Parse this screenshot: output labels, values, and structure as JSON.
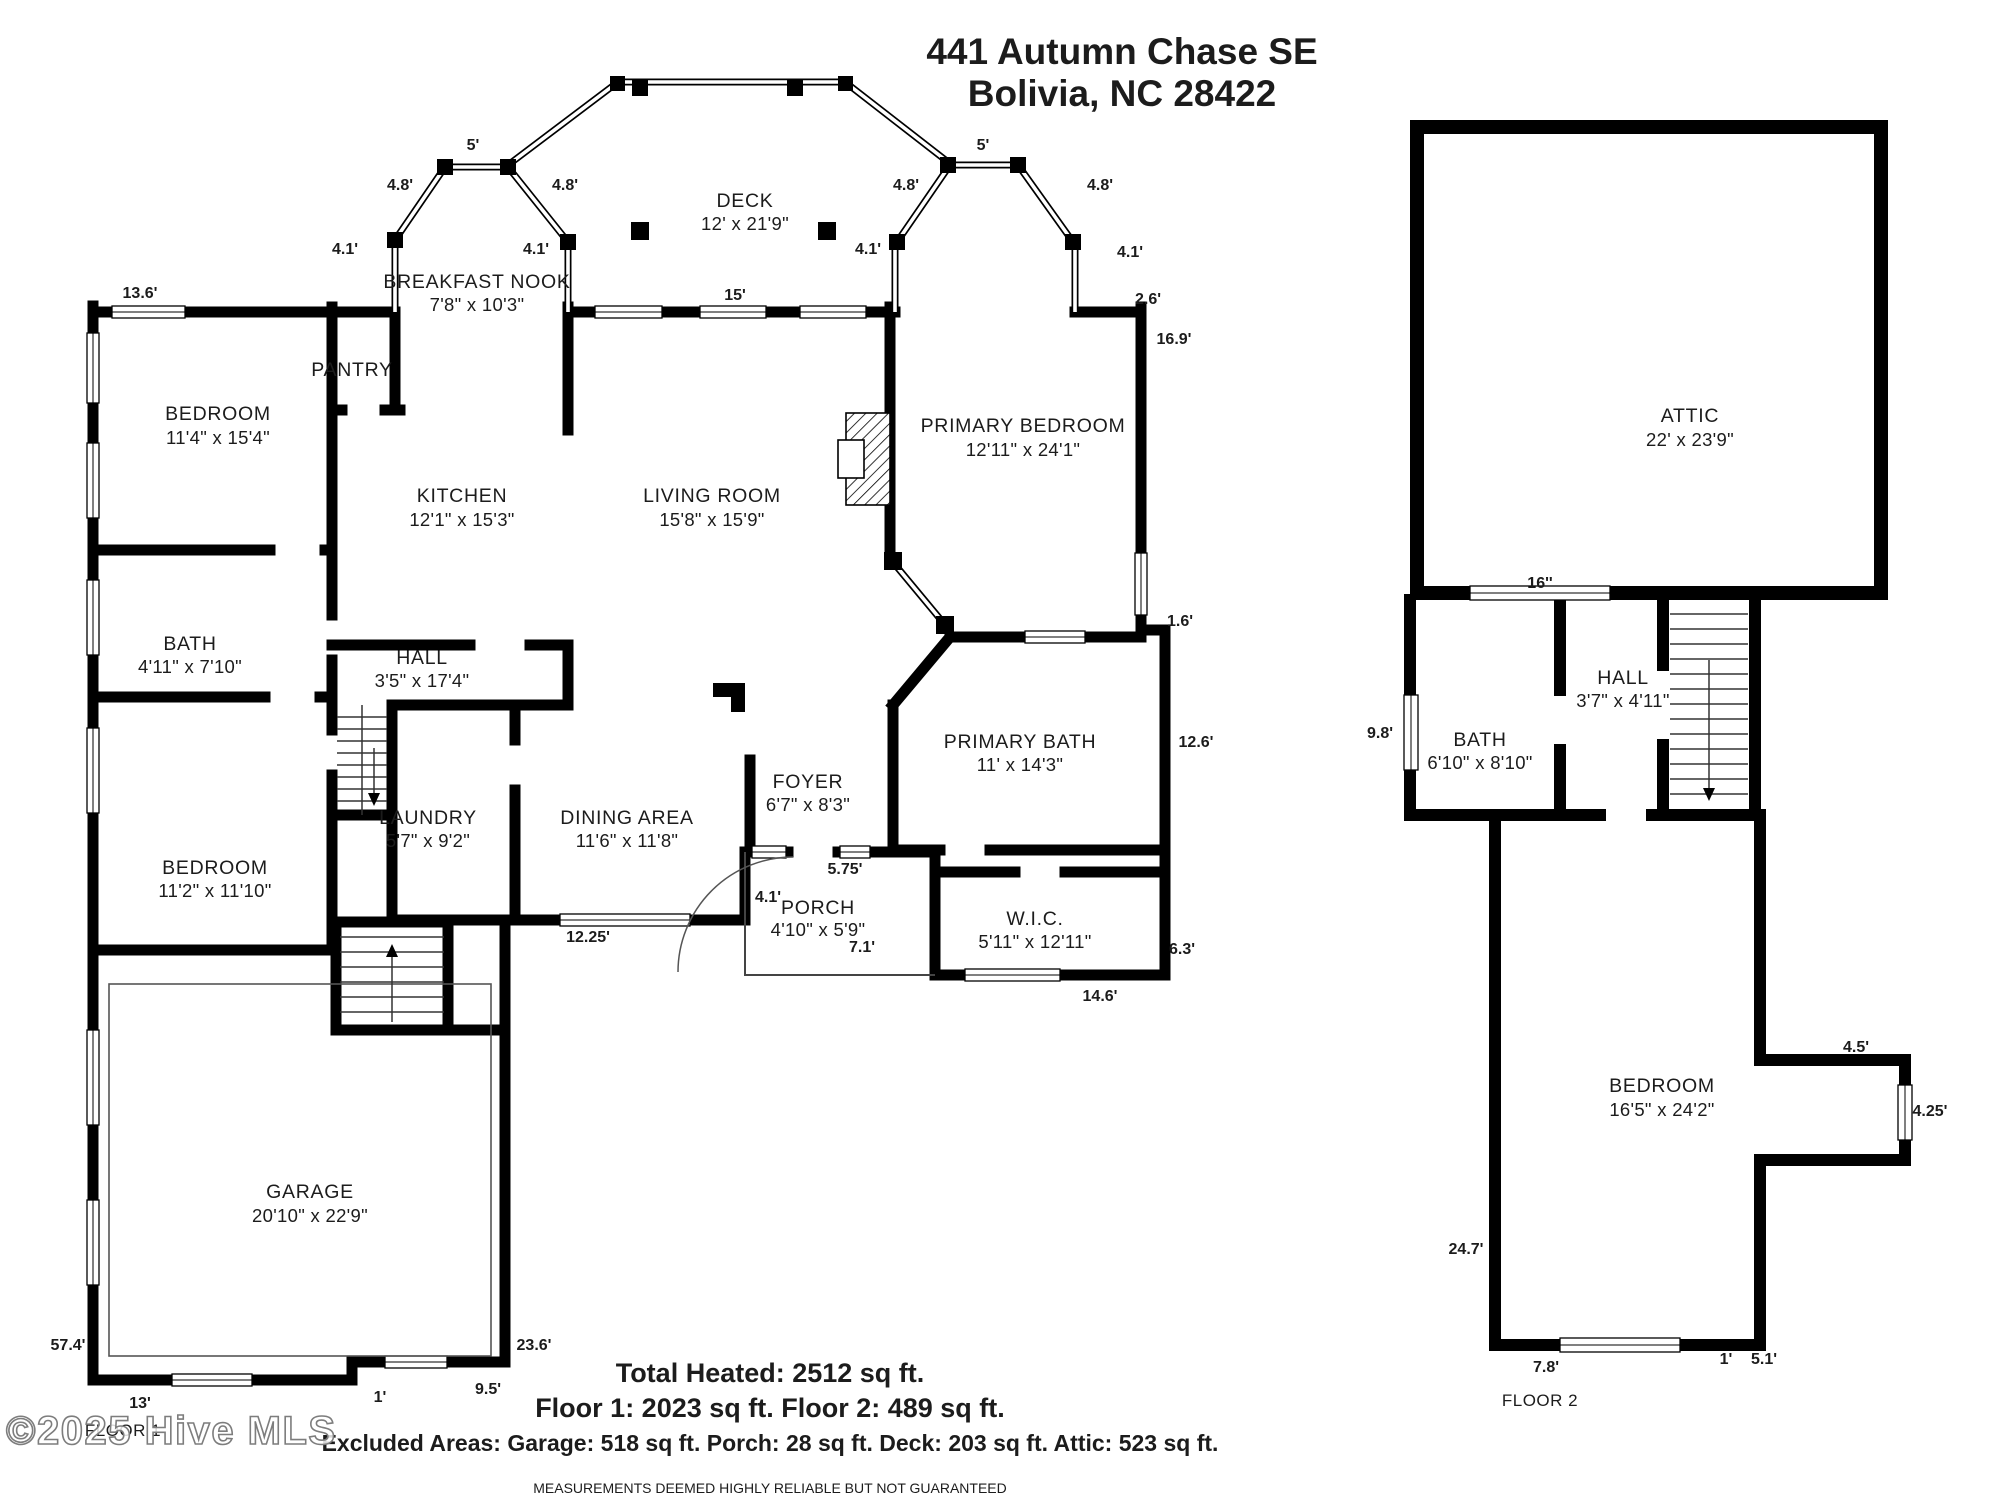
{
  "title": {
    "line1": "441 Autumn Chase SE",
    "line2": "Bolivia, NC 28422"
  },
  "floor1": {
    "label": "FLOOR 1",
    "rooms": {
      "deck": {
        "name": "DECK",
        "dims": "12' x 21'9\""
      },
      "breakfast_nook": {
        "name": "BREAKFAST NOOK",
        "dims": "7'8\" x 10'3\""
      },
      "bedroom_top": {
        "name": "BEDROOM",
        "dims": "11'4\" x 15'4\""
      },
      "pantry": {
        "name": "PANTRY"
      },
      "kitchen": {
        "name": "KITCHEN",
        "dims": "12'1\" x 15'3\""
      },
      "living_room": {
        "name": "LIVING ROOM",
        "dims": "15'8\" x 15'9\""
      },
      "primary_bedroom": {
        "name": "PRIMARY BEDROOM",
        "dims": "12'11\" x 24'1\""
      },
      "bath": {
        "name": "BATH",
        "dims": "4'11\" x 7'10\""
      },
      "hall": {
        "name": "HALL",
        "dims": "3'5\" x 17'4\""
      },
      "laundry": {
        "name": "LAUNDRY",
        "dims": "5'7\" x 9'2\""
      },
      "dining_area": {
        "name": "DINING AREA",
        "dims": "11'6\" x 11'8\""
      },
      "foyer": {
        "name": "FOYER",
        "dims": "6'7\" x 8'3\""
      },
      "primary_bath": {
        "name": "PRIMARY BATH",
        "dims": "11' x 14'3\""
      },
      "porch": {
        "name": "PORCH",
        "dims": "4'10\" x 5'9\""
      },
      "wic": {
        "name": "W.I.C.",
        "dims": "5'11\" x 12'11\""
      },
      "bedroom_mid": {
        "name": "BEDROOM",
        "dims": "11'2\" x 11'10\""
      },
      "garage": {
        "name": "GARAGE",
        "dims": "20'10\" x 22'9\""
      }
    },
    "dims": [
      "13.6'",
      "5'",
      "5'",
      "4.8'",
      "4.8'",
      "4.8'",
      "4.8'",
      "4.1'",
      "4.1'",
      "4.1'",
      "4.1'",
      "15'",
      "2.6'",
      "16.9'",
      "1.6'",
      "12.6'",
      "6.3'",
      "14.6'",
      "5.75'",
      "4.1'",
      "7.1'",
      "12.25'",
      "57.4'",
      "23.6'",
      "13'",
      "1'",
      "9.5'"
    ]
  },
  "floor2": {
    "label": "FLOOR 2",
    "rooms": {
      "attic": {
        "name": "ATTIC",
        "dims": "22' x 23'9\""
      },
      "hall": {
        "name": "HALL",
        "dims": "3'7\" x 4'11\""
      },
      "bath": {
        "name": "BATH",
        "dims": "6'10\" x 8'10\""
      },
      "bedroom": {
        "name": "BEDROOM",
        "dims": "16'5\" x 24'2\""
      }
    },
    "dims": [
      "16''",
      "9.8'",
      "4.5'",
      "4.25'",
      "24.7'",
      "7.8'",
      "1'",
      "5.1'"
    ]
  },
  "summary": {
    "total": "Total Heated: 2512 sq ft.",
    "floors": "Floor 1: 2023 sq ft. Floor 2: 489 sq ft.",
    "excluded": "Excluded Areas: Garage: 518 sq ft. Porch: 28 sq ft. Deck: 203 sq ft. Attic: 523 sq ft.",
    "disclaimer": "MEASUREMENTS DEEMED HIGHLY RELIABLE BUT NOT GUARANTEED"
  },
  "watermark": "©2025 Hive MLS"
}
